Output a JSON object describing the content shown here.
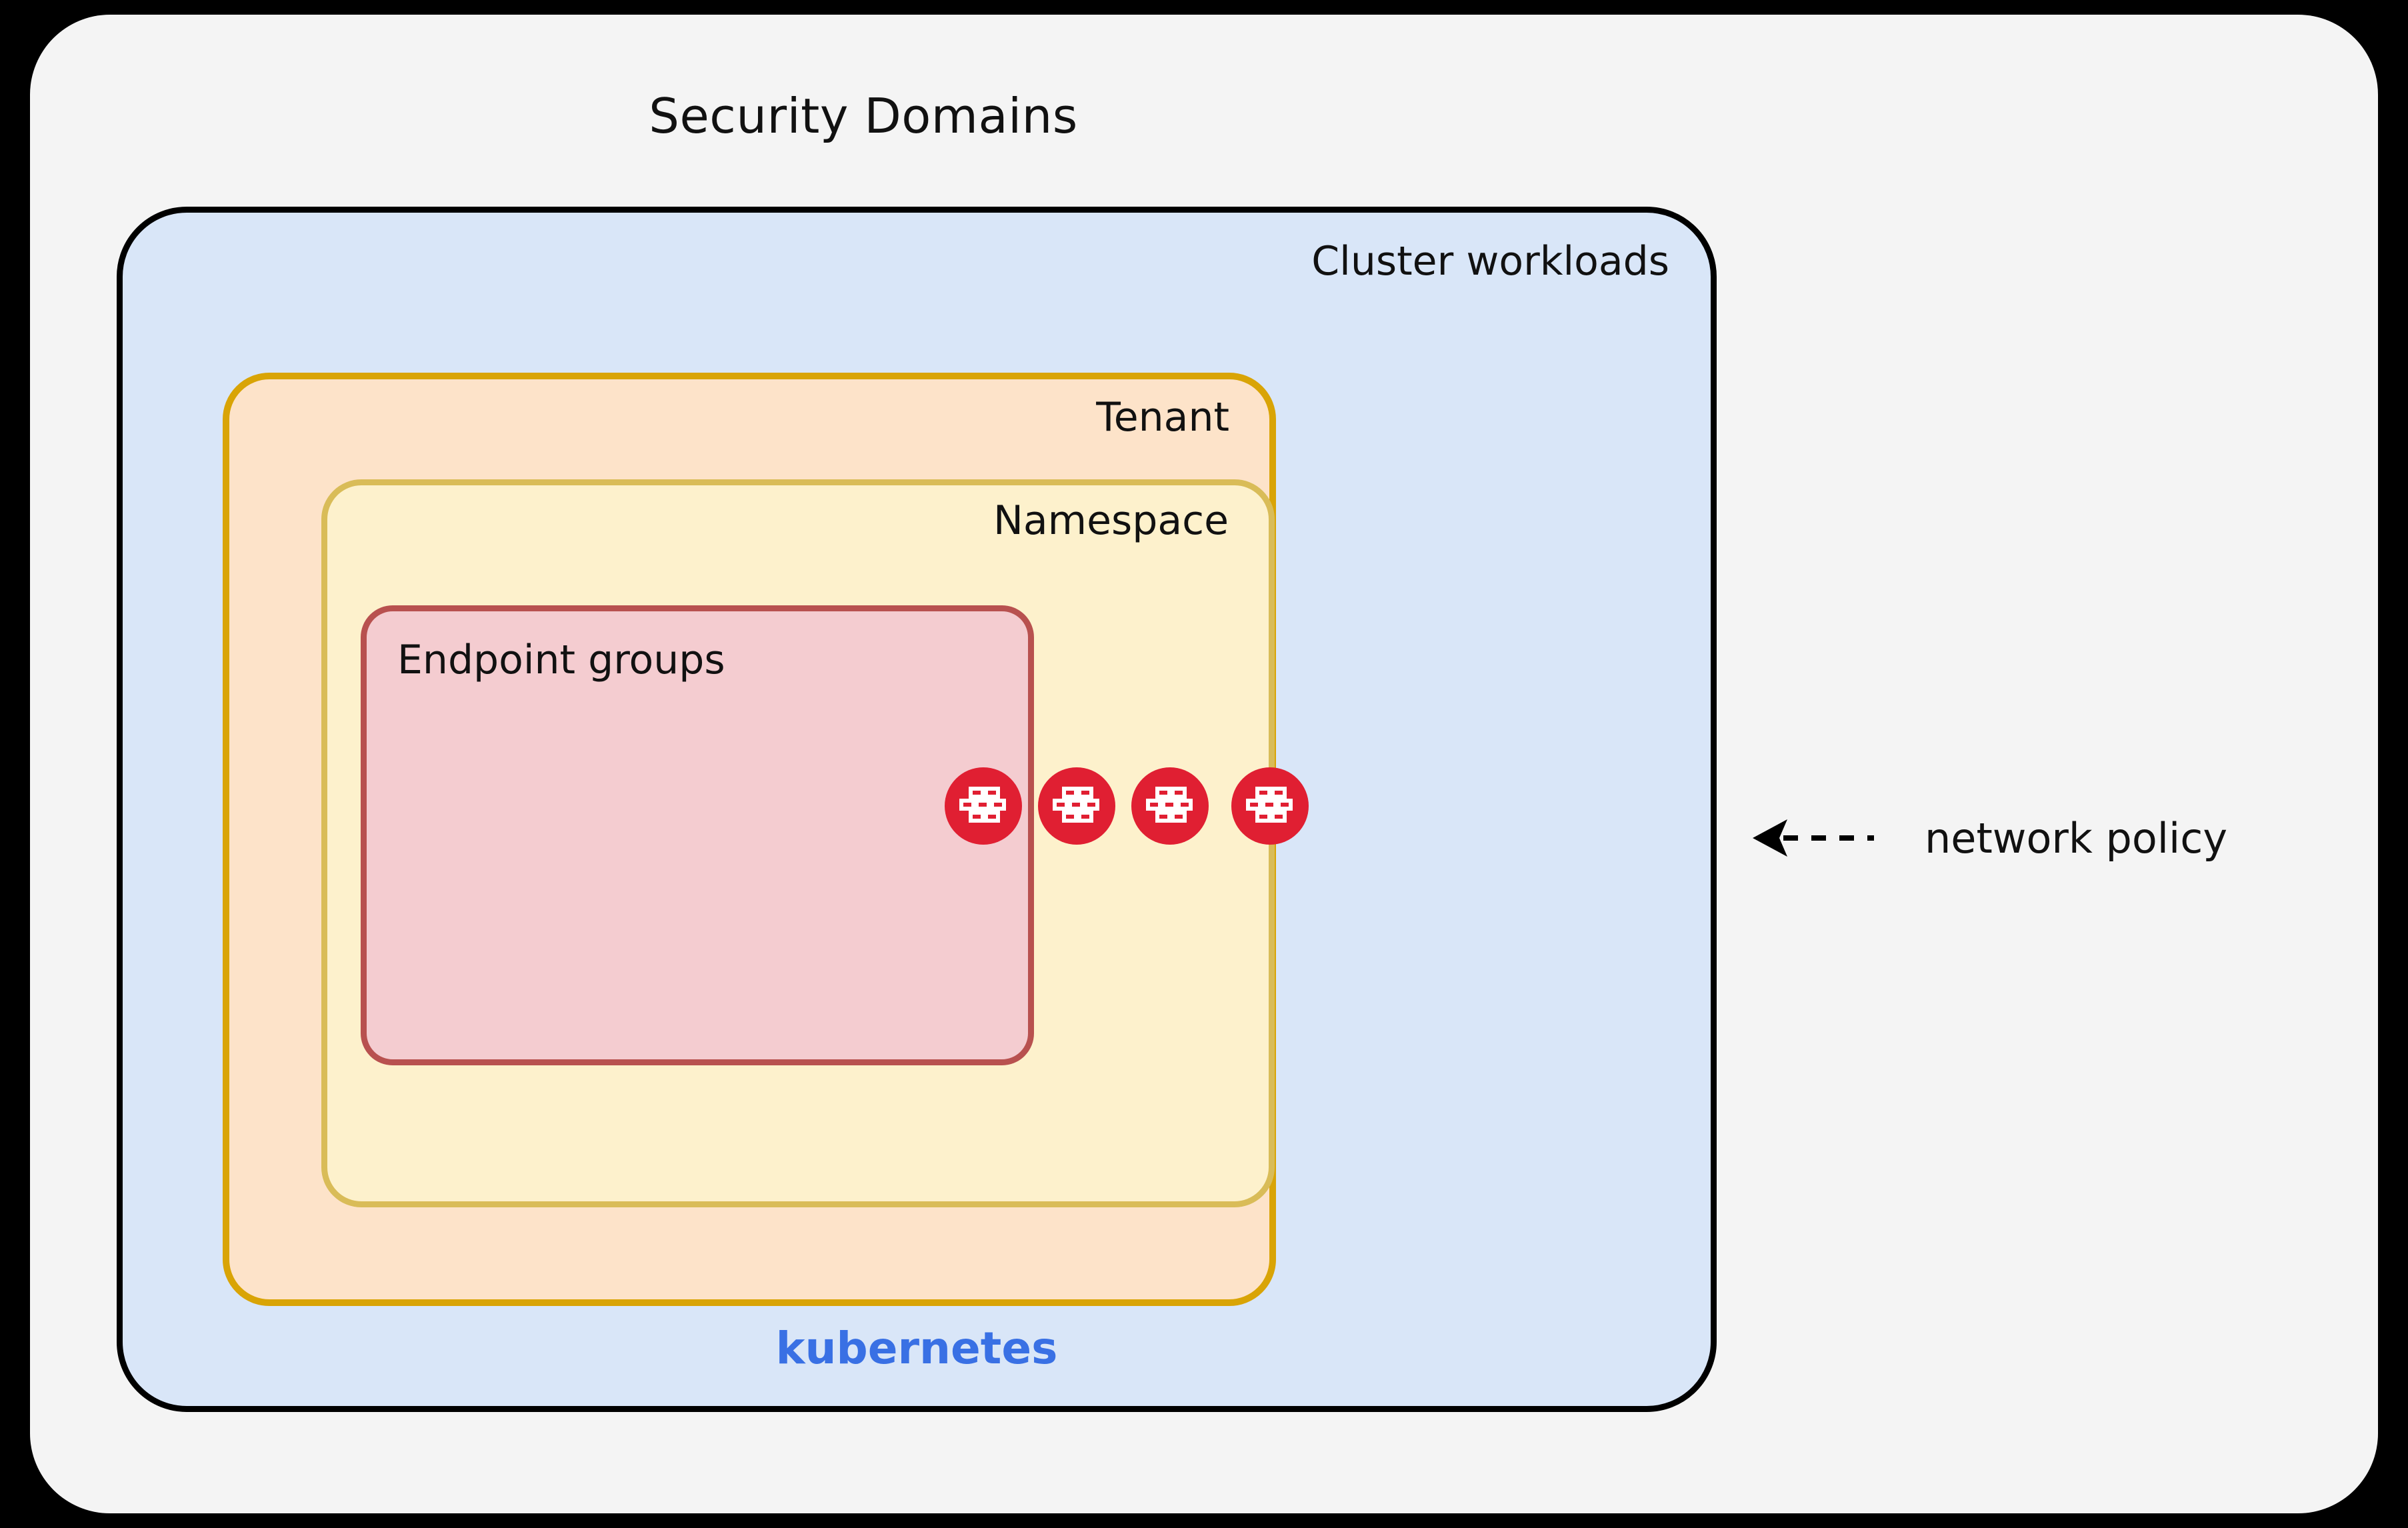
{
  "diagram": {
    "title": "Security Domains",
    "background_color": "#f4f4f4",
    "page_color": "#000000"
  },
  "boxes": {
    "cluster": {
      "label": "Cluster workloads",
      "fill": "#d9e6f8",
      "border": "#000000",
      "footer_label": "kubernetes",
      "footer_color": "#3970e4"
    },
    "tenant": {
      "label": "Tenant",
      "fill": "#fde3c9",
      "border": "#d9a406"
    },
    "namespace": {
      "label": "Namespace",
      "fill": "#fdf1cc",
      "border": "#d9bc58"
    },
    "endpoint_groups": {
      "label": "Endpoint groups",
      "fill": "#f4ccd0",
      "border": "#b8514f"
    }
  },
  "firewalls": {
    "icon_name": "firewall-brick-wall-icon",
    "color": "#e01f32",
    "count": 4,
    "placed_on": [
      "endpoint-groups-boundary",
      "namespace-boundary",
      "tenant-boundary",
      "cluster-workloads-boundary"
    ]
  },
  "annotation": {
    "label": "network policy",
    "arrow": "dashed-left-arrow"
  }
}
